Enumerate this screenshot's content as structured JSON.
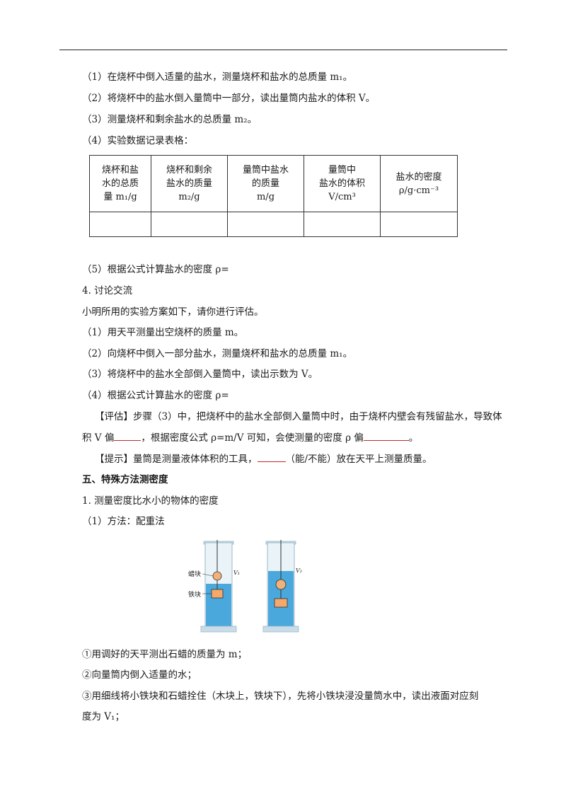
{
  "steps_a": [
    "（1）在烧杯中倒入适量的盐水，测量烧杯和盐水的总质量 m₁。",
    "（2）将烧杯中的盐水倒入量筒中一部分，读出量筒内盐水的体积 V。",
    "（3）测量烧杯和剩余盐水的总质量 m₂。",
    "（4）实验数据记录表格："
  ],
  "table": {
    "headers": [
      [
        "烧杯和盐",
        "水的总质",
        "量 m₁/g"
      ],
      [
        "烧杯和剩余",
        "盐水的质量",
        "m₂/g"
      ],
      [
        "量筒中盐水",
        "的质量",
        "m/g"
      ],
      [
        "量筒中",
        "盐水的体积",
        "V/cm³"
      ],
      [
        "盐水的密度",
        "ρ/g·cm⁻³"
      ]
    ]
  },
  "step5": "（5）根据公式计算盐水的密度 ρ=",
  "section4_title": "4. 讨论交流",
  "section4_intro": "小明所用的实验方案如下，请你进行评估。",
  "steps_b": [
    "（1）用天平测量出空烧杯的质量 m。",
    "（2）向烧杯中倒入一部分盐水，测量烧杯和盐水的总质量 m₁。",
    "（3）将烧杯中的盐水全部倒入量筒中，读出示数为 V。",
    "（4）根据公式计算盐水的密度 ρ="
  ],
  "eval": {
    "line1": "【评估】步骤（3）中，把烧杯中的盐水全部倒入量筒中时，由于烧杯内壁会有残留盐水，导致体",
    "line2_a": "积 V 偏",
    "line2_b": "，根据密度公式 ρ=m/V 可知，会使测量的密度 ρ 偏",
    "line2_c": "。"
  },
  "hint": {
    "a": "【提示】量筒是测量液体体积的工具，",
    "b": "（能/不能）放在天平上测量质量。"
  },
  "section5_title": "五、特殊方法测密度",
  "sub1": "1. 测量密度比水小的物体的密度",
  "method": "（1）方法：配重法",
  "figure": {
    "label_wax": "蜡块",
    "label_iron": "铁块",
    "label_v1": "V₁",
    "label_v2": "V₂"
  },
  "steps_c": [
    "①用调好的天平测出石蜡的质量为 m；",
    "②向量筒内倒入适量的水；",
    "③用细线将小铁块和石蜡拴住（木块上，铁块下），先将小铁块浸没量筒水中，读出液面对应刻",
    "度为 V₁；"
  ],
  "colors": {
    "water": "#4aa8dc",
    "cylinder": "#c9dce8",
    "wax": "#f2b07a",
    "iron": "#f5a86a",
    "blank_line": "#c62828"
  }
}
